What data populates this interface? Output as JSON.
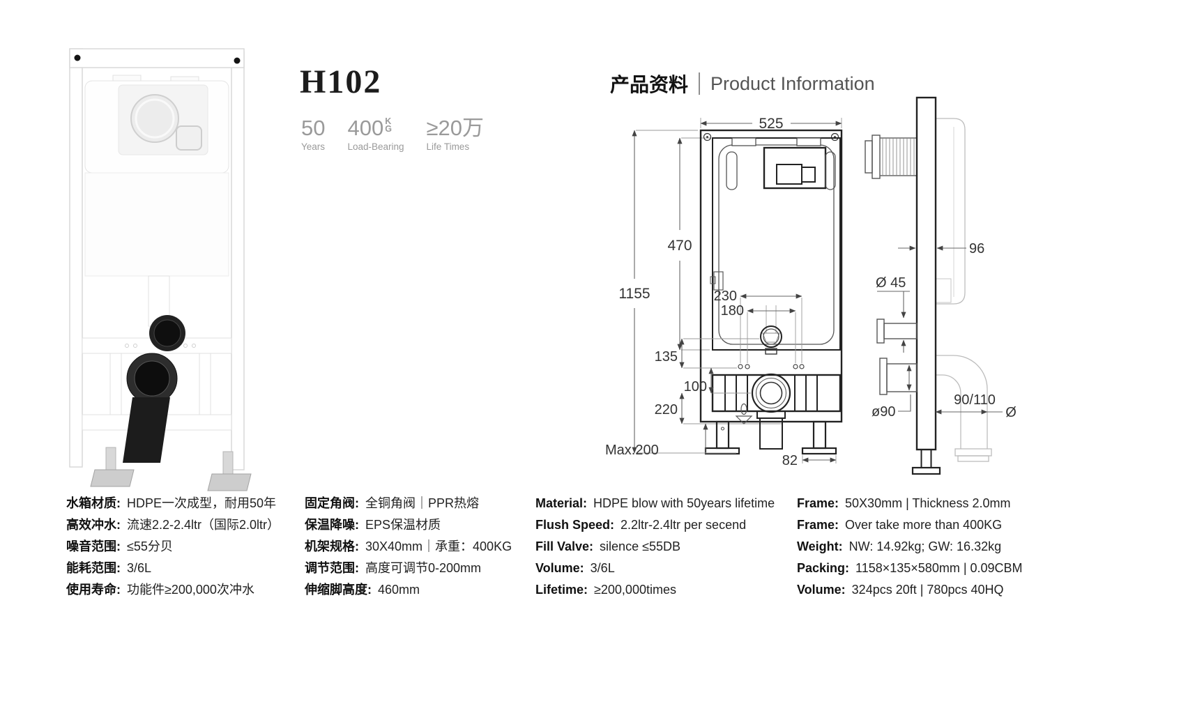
{
  "title": {
    "model": "H102"
  },
  "badges": [
    {
      "value": "50",
      "sub": "",
      "label": "Years"
    },
    {
      "value": "400",
      "sub": "KG",
      "label": "Load-Bearing"
    },
    {
      "value": "≥20万",
      "sub": "",
      "label": "Life Times"
    }
  ],
  "info_header": {
    "zh": "产品资料",
    "en": "Product Information"
  },
  "drawing": {
    "front": {
      "width": "525",
      "cistern_height": "470",
      "total_height": "1155",
      "span_outer": "230",
      "span_inner": "180",
      "h_135": "135",
      "h_100": "100",
      "h_220": "220",
      "max_adjust": "Max.200",
      "foot_width": "82"
    },
    "side": {
      "depth": "96",
      "inlet": "Ø 45",
      "outlet": "ø90",
      "elbow": "90/110",
      "elbow_dia": "Ø"
    }
  },
  "specs": {
    "col1": [
      {
        "label": "水箱材质:",
        "value": "HDPE一次成型，耐用50年"
      },
      {
        "label": "高效冲水:",
        "value": "流速2.2-2.4ltr（国际2.0ltr）"
      },
      {
        "label": "噪音范围:",
        "value": "≤55分贝"
      },
      {
        "label": "能耗范围:",
        "value": "3/6L"
      },
      {
        "label": "使用寿命:",
        "value": "功能件≥200,000次冲水"
      }
    ],
    "col2": [
      {
        "label": "固定角阀:",
        "value": "全铜角阀｜PPR热熔"
      },
      {
        "label": "保温降噪:",
        "value": "EPS保温材质"
      },
      {
        "label": "机架规格:",
        "value": "30X40mm｜承重：400KG"
      },
      {
        "label": "调节范围:",
        "value": "高度可调节0-200mm"
      },
      {
        "label": "伸缩脚高度:",
        "value": "460mm"
      }
    ],
    "col3": [
      {
        "label": "Material:",
        "value": "HDPE blow with 50years lifetime"
      },
      {
        "label": "Flush Speed:",
        "value": "2.2ltr-2.4ltr per secend"
      },
      {
        "label": "Fill Valve:",
        "value": "silence ≤55DB"
      },
      {
        "label": "Volume:",
        "value": "3/6L"
      },
      {
        "label": "Lifetime:",
        "value": "≥200,000times"
      }
    ],
    "col4": [
      {
        "label": "Frame:",
        "value": "50X30mm | Thickness 2.0mm"
      },
      {
        "label": "Frame:",
        "value": "Over take more than 400KG"
      },
      {
        "label": "Weight:",
        "value": "NW: 14.92kg; GW: 16.32kg"
      },
      {
        "label": "Packing:",
        "value": "1158×135×580mm | 0.09CBM"
      },
      {
        "label": "Volume:",
        "value": "324pcs 20ft | 780pcs 40HQ"
      }
    ]
  }
}
